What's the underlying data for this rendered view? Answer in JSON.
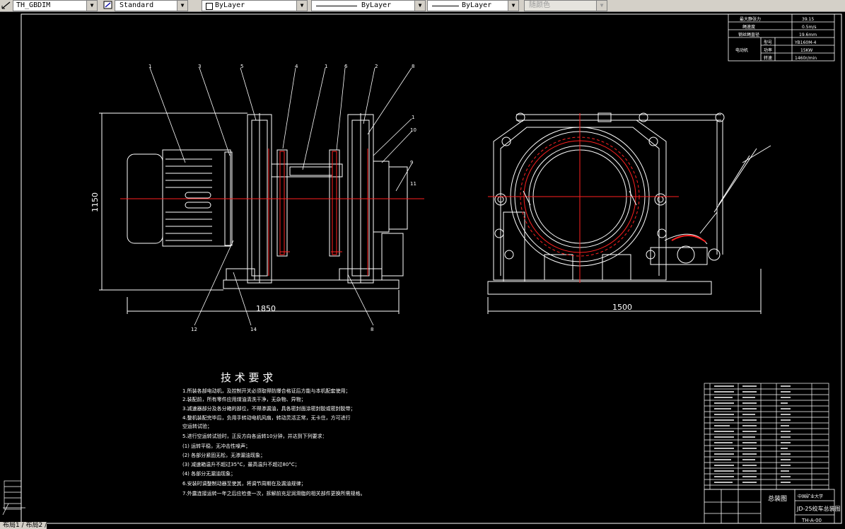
{
  "toolbar": {
    "dimstyle": "TH_GBDIM",
    "textstyle": "Standard",
    "layer": "ByLayer",
    "linetype": "ByLayer",
    "lineweight": "ByLayer",
    "plotstyle": "随颜色",
    "icons": [
      "dimension-style-icon",
      "text-style-icon"
    ]
  },
  "drawing": {
    "dim_side_width": "1850",
    "dim_side_height": "1150",
    "dim_front_width": "1500",
    "tech_title": "技 术 要 求",
    "tech_lines": [
      "1.所装各部电动机，及控制开关必须取得防爆合格证后方能与本机配套使用；",
      "2.装配前，所有零件应用煤油清洗干净，无杂物、异物；",
      "3.减速器部分及各分箱的部位，不得渗漏油，具各密封面涂密封胶或密封胶带；",
      "4.整机装配完毕后，负用手转动电机风扇，转动灵活正常，无卡住，方可进行",
      "   空运转试验；",
      "5.进行空运转试验时，正反方向各运转10分钟，并达到下列要求：",
      "   (1) 运转平稳，无冲击性噪声；",
      "   (2) 各部分紧固无松，无渗漏油现象；",
      "   (3) 减速箱温升不超过35°C，最高温升不超过80°C；",
      "   (4) 各部分无漏油现象；",
      "6.安装时调整制动器至使其，将调节周期在及漏油规律；",
      "7.外露连接运转一年之后应检查一次，拆解前充足润滑脂的相关部件更换所需规格。"
    ],
    "param_rows": [
      [
        "最大静张力",
        "",
        "39.15"
      ],
      [
        "绳速度",
        "",
        "0.5m/s"
      ],
      [
        "钢丝绳直径",
        "",
        "19.6mm"
      ],
      [
        "电动机",
        "型号",
        "YB160M-4"
      ],
      [
        "",
        "功率",
        "15KW"
      ],
      [
        "",
        "转速",
        "1460r/min"
      ]
    ],
    "title_block": {
      "school": "中国矿业大学",
      "name": "总装图",
      "model": "JD-25绞车总装图",
      "number": "TH-A-00"
    },
    "part_labels": [
      "1",
      "3",
      "5",
      "4",
      "1",
      "6",
      "2",
      "8",
      "1",
      "10",
      "9",
      "11",
      "12",
      "14",
      "8"
    ]
  },
  "layout_tabs": "布局1 / 布局2 /"
}
